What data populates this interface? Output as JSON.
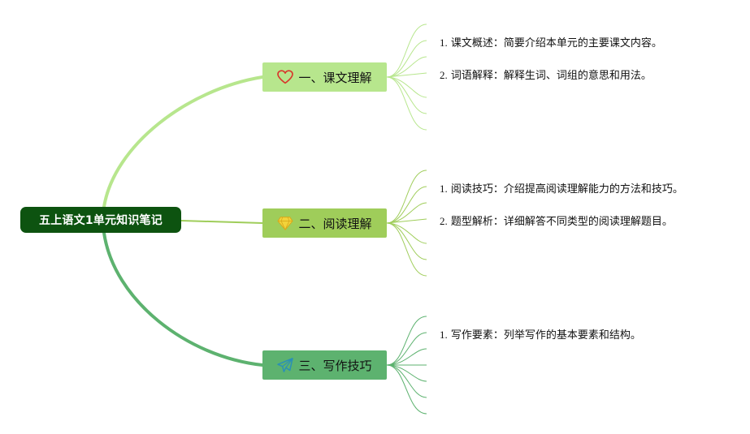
{
  "root": {
    "label": "五上语文1单元知识笔记"
  },
  "branches": [
    {
      "label": "一、课文理解",
      "icon": "heart-icon",
      "color": "#b7e68d",
      "items": [
        {
          "num": "1.",
          "title": "课文概述",
          "sep": "：",
          "desc": "简要介绍本单元的主要课文内容。"
        },
        {
          "num": "2.",
          "title": "词语解释",
          "sep": "：",
          "desc": "解释生词、词组的意思和用法。"
        }
      ]
    },
    {
      "label": "二、阅读理解",
      "icon": "diamond-icon",
      "color": "#9fcd5a",
      "items": [
        {
          "num": "1.",
          "title": "阅读技巧",
          "sep": "：",
          "desc": "介绍提高阅读理解能力的方法和技巧。"
        },
        {
          "num": "2.",
          "title": "题型解析",
          "sep": "：",
          "desc": "详细解答不同类型的阅读理解题目。"
        }
      ]
    },
    {
      "label": "三、写作技巧",
      "icon": "paper-plane-icon",
      "color": "#5db26f",
      "items": [
        {
          "num": "1.",
          "title": "写作要素",
          "sep": "：",
          "desc": "列举写作的基本要素和结构。"
        }
      ]
    }
  ],
  "colors": {
    "root_bg": "#0d5310",
    "branch1_line": "#b7e68d",
    "branch2_line": "#9fcd5a",
    "branch3_line": "#5db26f",
    "heart": "#d9352b",
    "diamond": "#f2d33a",
    "plane": "#2a8fb7"
  }
}
